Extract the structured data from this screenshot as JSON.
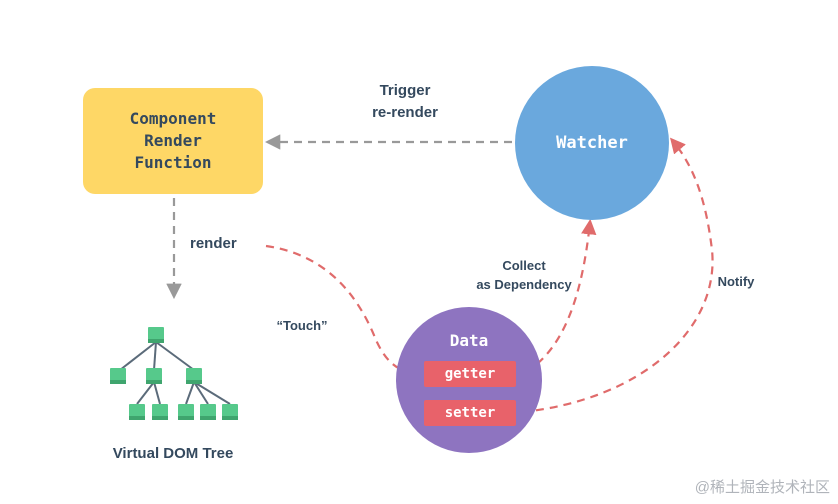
{
  "component": {
    "lines": [
      "Component",
      "Render",
      "Function"
    ]
  },
  "watcher": {
    "label": "Watcher"
  },
  "data_node": {
    "title": "Data",
    "getter": "getter",
    "setter": "setter"
  },
  "edges": {
    "trigger_lines": [
      "Trigger",
      "re-render"
    ],
    "render": "render",
    "touch": "“Touch”",
    "collect_lines": [
      "Collect",
      "as Dependency"
    ],
    "notify": "Notify"
  },
  "vdom": {
    "label": "Virtual DOM Tree"
  },
  "watermark": "@稀土掘金技术社区",
  "colors": {
    "component": "#fed766",
    "watcher": "#6aa8dd",
    "data": "#8e74c0",
    "pill": "#e8626a",
    "tree_node": "#56c98b",
    "arrow_gray": "#999999",
    "arrow_red": "#e06b6b",
    "text": "#34495e"
  }
}
